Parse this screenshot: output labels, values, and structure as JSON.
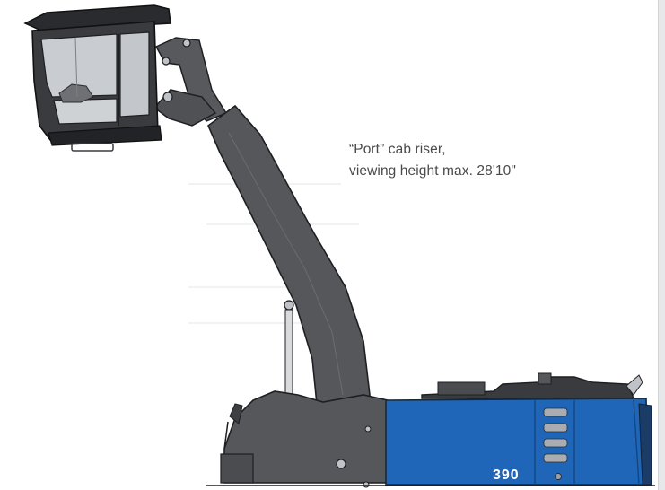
{
  "caption": {
    "line1": "“Port” cab riser,",
    "line2": "viewing height max. 28'10\""
  },
  "machine": {
    "model_badge": "390"
  },
  "colors": {
    "background": "#ffffff",
    "machine_body_blue": "#1f66b8",
    "boom_dark_grey": "#55575b",
    "outline": "#1e1f22",
    "cab_glass": "#c9ccd0",
    "caption_text": "#4a4a4a"
  }
}
